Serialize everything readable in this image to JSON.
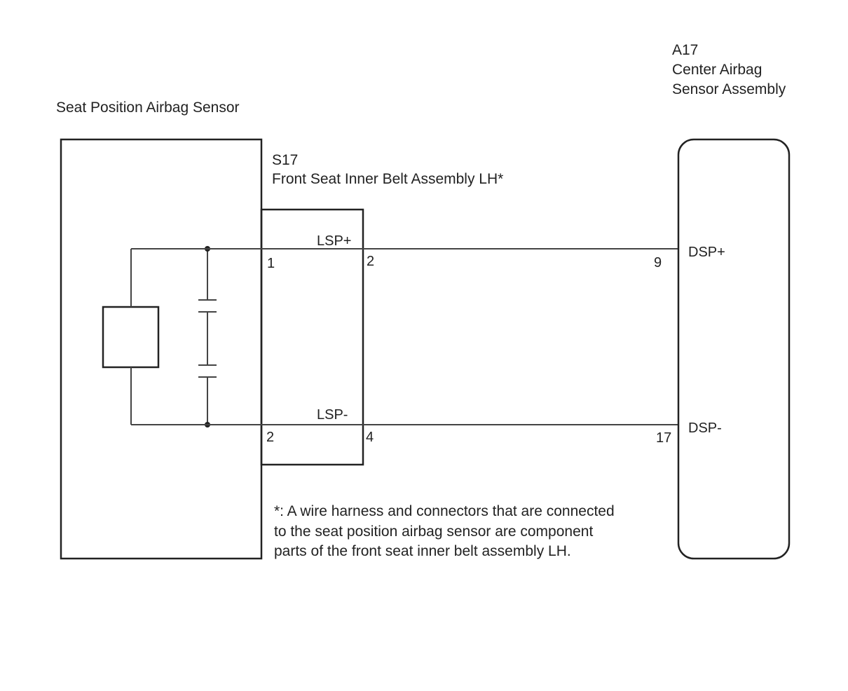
{
  "components": {
    "seat_sensor": {
      "title": "Seat Position Airbag Sensor"
    },
    "connector_s17": {
      "code": "S17",
      "name": "Front Seat Inner Belt Assembly LH*",
      "pin_in_top": "1",
      "pin_out_top": "2",
      "pin_in_bottom": "2",
      "pin_out_bottom": "4"
    },
    "center_sensor": {
      "code": "A17",
      "name_line1": "Center Airbag",
      "name_line2": "Sensor Assembly",
      "pin_top": "9",
      "pin_bottom": "17",
      "signal_top": "DSP+",
      "signal_bottom": "DSP-"
    }
  },
  "wires": {
    "top_signal": "LSP+",
    "bottom_signal": "LSP-"
  },
  "footnote": {
    "line1": "*: A wire harness and connectors that are connected",
    "line2": "to the seat position airbag sensor are component",
    "line3": "parts of the front seat inner belt assembly LH."
  }
}
